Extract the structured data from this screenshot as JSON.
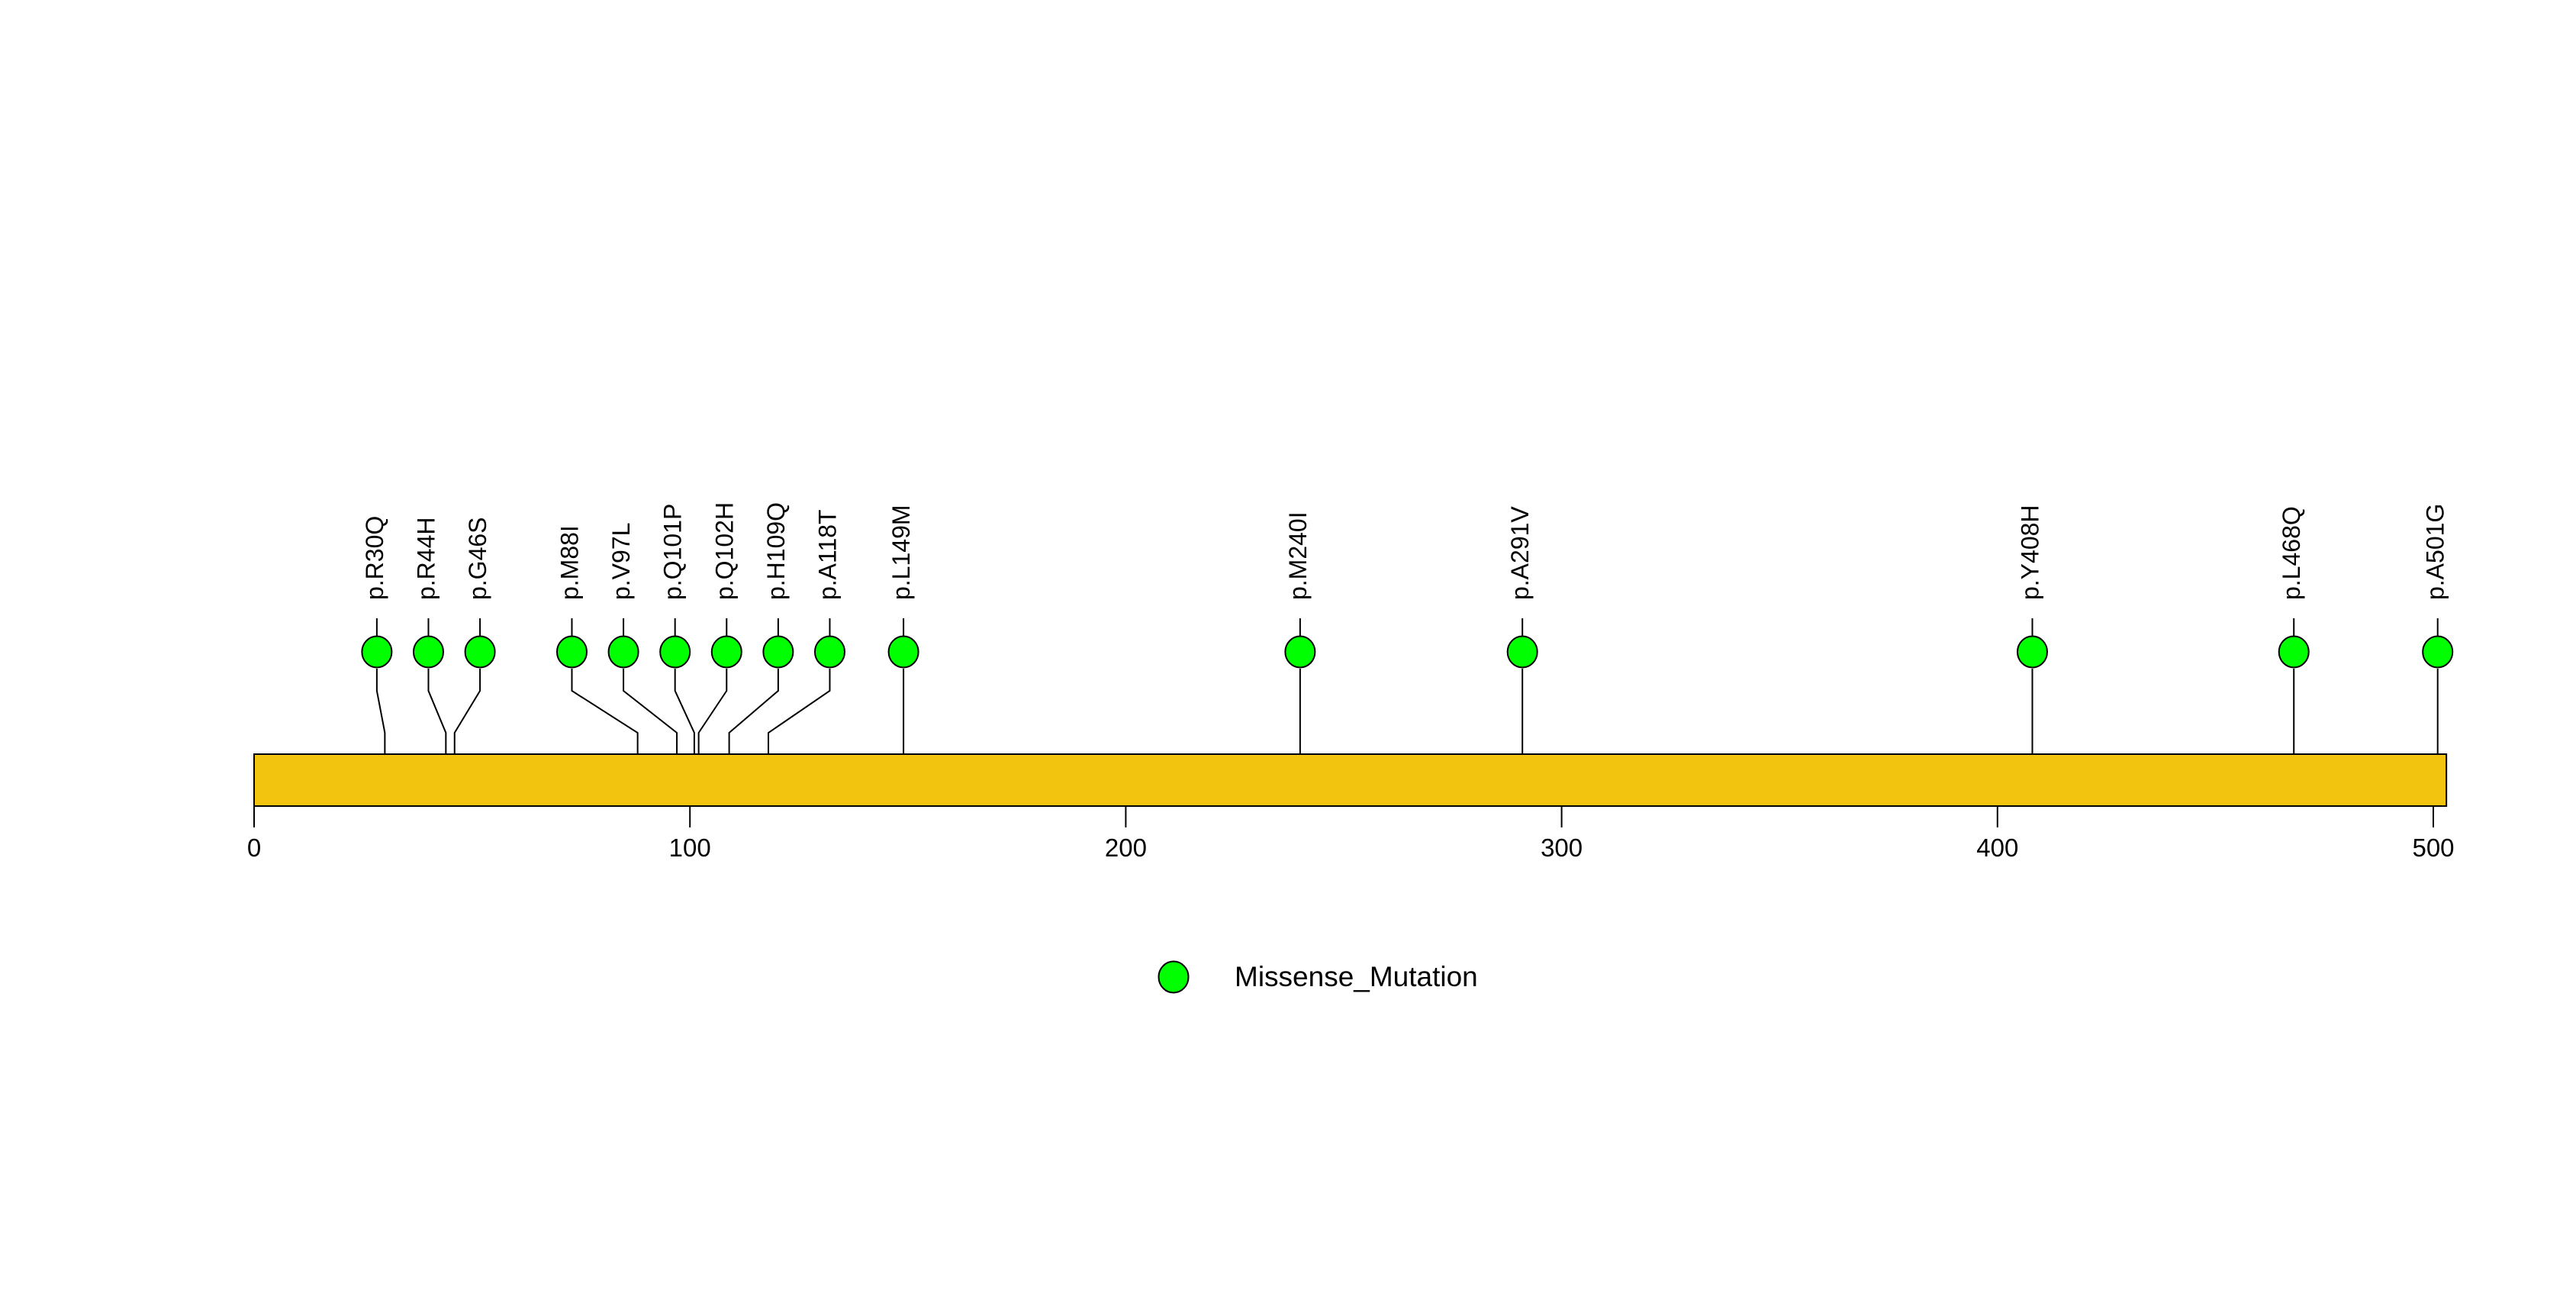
{
  "chart_data": {
    "type": "lollipop",
    "title": "",
    "xlabel": "",
    "description": "Protein mutation lollipop plot: amino-acid positions along a protein backbone bar with missense mutation markers",
    "axis": {
      "min": 0,
      "max": 503,
      "tick_values": [
        0,
        100,
        200,
        300,
        400,
        500
      ],
      "tick_labels": [
        "0",
        "100",
        "200",
        "300",
        "400",
        "500"
      ]
    },
    "protein_bar": {
      "start": 0,
      "end": 503,
      "fill_color": "#F2C30F",
      "border_color": "#000000"
    },
    "mutations": [
      {
        "label": "p.R30Q",
        "position": 30,
        "type": "Missense_Mutation"
      },
      {
        "label": "p.R44H",
        "position": 44,
        "type": "Missense_Mutation"
      },
      {
        "label": "p.G46S",
        "position": 46,
        "type": "Missense_Mutation"
      },
      {
        "label": "p.M88I",
        "position": 88,
        "type": "Missense_Mutation"
      },
      {
        "label": "p.V97L",
        "position": 97,
        "type": "Missense_Mutation"
      },
      {
        "label": "p.Q101P",
        "position": 101,
        "type": "Missense_Mutation"
      },
      {
        "label": "p.Q102H",
        "position": 102,
        "type": "Missense_Mutation"
      },
      {
        "label": "p.H109Q",
        "position": 109,
        "type": "Missense_Mutation"
      },
      {
        "label": "p.A118T",
        "position": 118,
        "type": "Missense_Mutation"
      },
      {
        "label": "p.L149M",
        "position": 149,
        "type": "Missense_Mutation"
      },
      {
        "label": "p.M240I",
        "position": 240,
        "type": "Missense_Mutation"
      },
      {
        "label": "p.A291V",
        "position": 291,
        "type": "Missense_Mutation"
      },
      {
        "label": "p.Y408H",
        "position": 408,
        "type": "Missense_Mutation"
      },
      {
        "label": "p.L468Q",
        "position": 468,
        "type": "Missense_Mutation"
      },
      {
        "label": "p.A501G",
        "position": 501,
        "type": "Missense_Mutation"
      }
    ],
    "mutation_type_colors": {
      "Missense_Mutation": "#00FF00"
    },
    "marker": {
      "shape": "circle",
      "fill": "#00FF00",
      "stroke": "#000000"
    },
    "legend": {
      "position": "bottom",
      "items": [
        {
          "label": "Missense_Mutation",
          "color": "#00FF00",
          "marker": "circle"
        }
      ]
    },
    "colors": {
      "background": "#FFFFFF",
      "line": "#000000"
    }
  }
}
